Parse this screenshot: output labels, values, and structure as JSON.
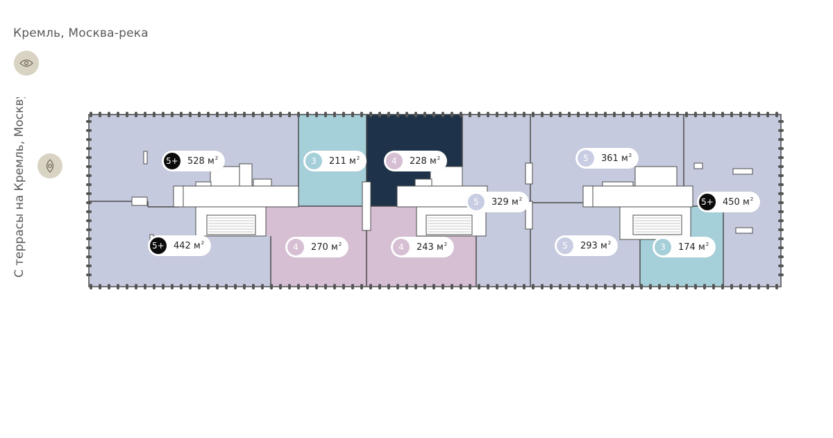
{
  "views": {
    "top_label": "Кремль, Москва-река",
    "side_label": "С террасы на Кремль, Москву-р"
  },
  "colors": {
    "rooms_3": "#a5cfd9",
    "rooms_4": "#d6bed3",
    "rooms_5": "#c9cde3",
    "rooms_5plus": "#0b0b0b",
    "selected": "#1e3349",
    "base": "#c6cade"
  },
  "unit": "м",
  "apartments": [
    {
      "id": "apt-1",
      "rooms": "5+",
      "area": "528",
      "type": "5plus"
    },
    {
      "id": "apt-2",
      "rooms": "3",
      "area": "211",
      "type": "3"
    },
    {
      "id": "apt-3",
      "rooms": "4",
      "area": "228",
      "type": "selected"
    },
    {
      "id": "apt-4",
      "rooms": "5",
      "area": "361",
      "type": "5"
    },
    {
      "id": "apt-5",
      "rooms": "5",
      "area": "329",
      "type": "5"
    },
    {
      "id": "apt-6",
      "rooms": "5+",
      "area": "450",
      "type": "5plus"
    },
    {
      "id": "apt-7",
      "rooms": "5+",
      "area": "442",
      "type": "5plus"
    },
    {
      "id": "apt-8",
      "rooms": "4",
      "area": "270",
      "type": "4"
    },
    {
      "id": "apt-9",
      "rooms": "4",
      "area": "243",
      "type": "4"
    },
    {
      "id": "apt-10",
      "rooms": "5",
      "area": "293",
      "type": "5"
    },
    {
      "id": "apt-11",
      "rooms": "3",
      "area": "174",
      "type": "3"
    }
  ]
}
